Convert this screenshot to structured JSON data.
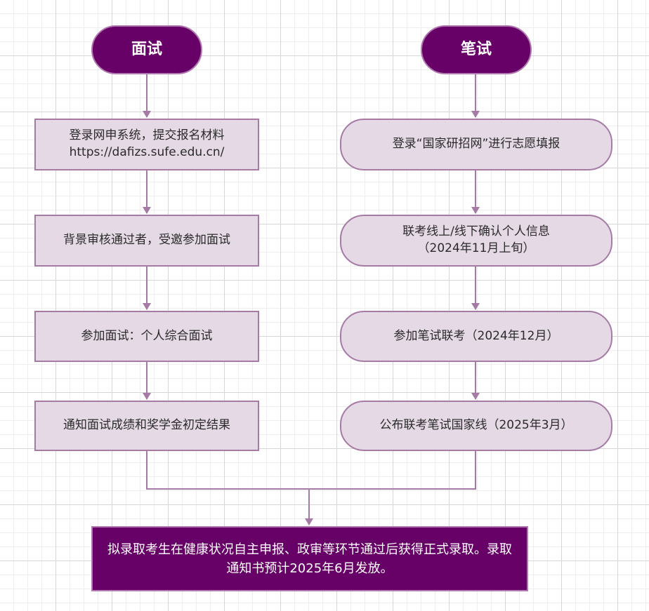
{
  "diagram": {
    "interview": {
      "title": "面试",
      "steps": [
        "登录网申系统，提交报名材料\nhttps://dafizs.sufe.edu.cn/",
        "背景审核通过者，受邀参加面试",
        "参加面试：个人综合面试",
        "通知面试成绩和奖学金初定结果"
      ]
    },
    "written": {
      "title": "笔试",
      "steps": [
        "登录“国家研招网”进行志愿填报",
        "联考线上/线下确认个人信息\n（2024年11月上旬）",
        "参加笔试联考（2024年12月）",
        "公布联考笔试国家线（2025年3月）"
      ]
    },
    "final": "拟录取考生在健康状况自主申报、政审等环节通过后获得正式录取。录取通知书预计2025年6月发放。"
  },
  "colors": {
    "terminal_fill": "#670067",
    "step_fill": "#e6d9e6",
    "border": "#a57aa5",
    "connector": "#a57aa5"
  }
}
